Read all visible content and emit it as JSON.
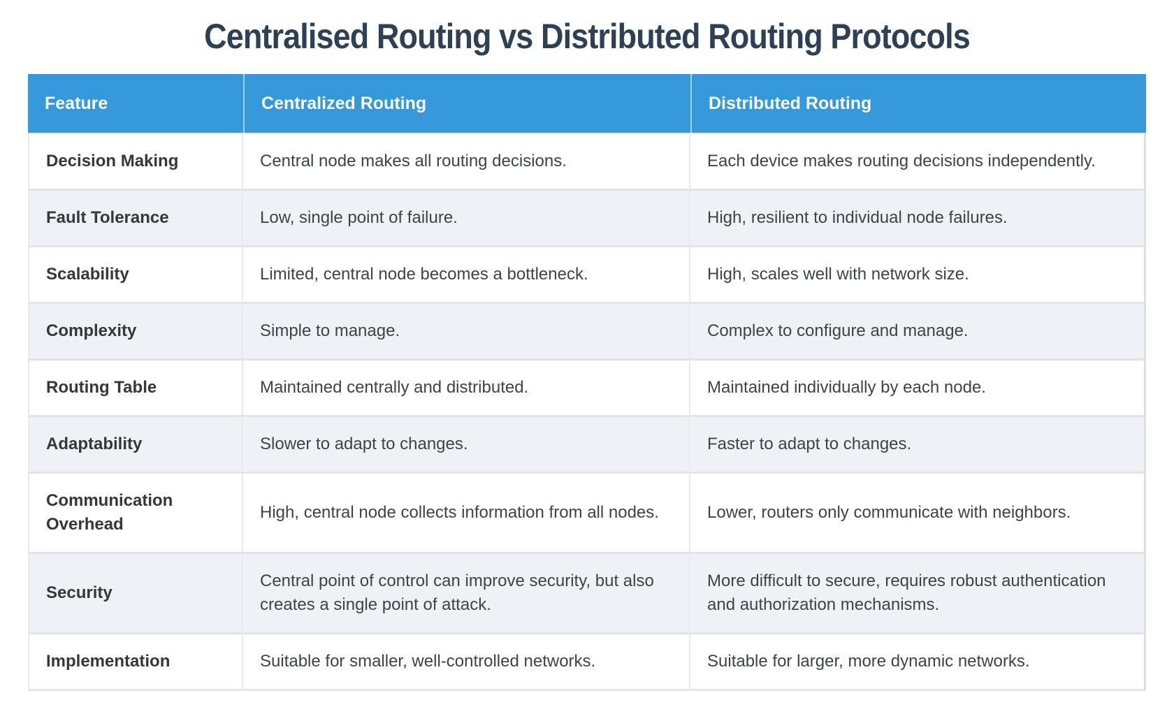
{
  "title": "Centralised Routing vs Distributed Routing Protocols",
  "colors": {
    "header_bg": "#3498db",
    "header_text": "#ffffff",
    "title_text": "#2e4154",
    "row_alt_bg": "#eef1f6",
    "body_text": "#3f4347"
  },
  "table": {
    "columns": [
      "Feature",
      "Centralized Routing",
      "Distributed Routing"
    ],
    "rows": [
      {
        "feature": "Decision Making",
        "centralized": "Central node makes all routing decisions.",
        "distributed": "Each device makes routing decisions independently."
      },
      {
        "feature": "Fault Tolerance",
        "centralized": "Low, single point of failure.",
        "distributed": "High, resilient to individual node failures."
      },
      {
        "feature": "Scalability",
        "centralized": "Limited, central node becomes a bottleneck.",
        "distributed": "High, scales well with network size."
      },
      {
        "feature": "Complexity",
        "centralized": "Simple to manage.",
        "distributed": "Complex to configure and manage."
      },
      {
        "feature": "Routing Table",
        "centralized": "Maintained centrally and distributed.",
        "distributed": "Maintained individually by each node."
      },
      {
        "feature": "Adaptability",
        "centralized": "Slower to adapt to changes.",
        "distributed": "Faster to adapt to changes."
      },
      {
        "feature": "Communication Overhead",
        "centralized": "High, central node collects information from all nodes.",
        "distributed": "Lower, routers only communicate with neighbors."
      },
      {
        "feature": "Security",
        "centralized": "Central point of control can improve security, but also creates a single point of attack.",
        "distributed": "More difficult to secure, requires robust authentication and authorization mechanisms."
      },
      {
        "feature": "Implementation",
        "centralized": "Suitable for smaller, well-controlled networks.",
        "distributed": "Suitable for larger, more dynamic networks."
      }
    ]
  }
}
